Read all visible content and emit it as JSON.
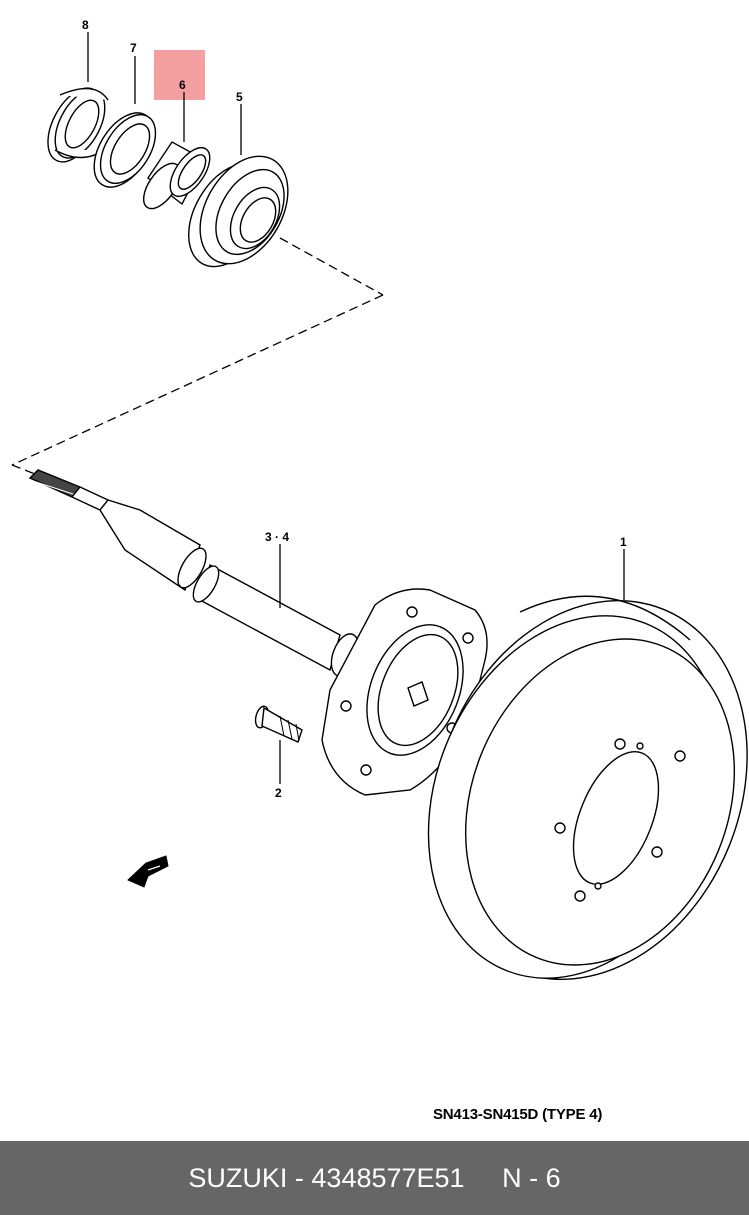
{
  "diagram": {
    "callouts": {
      "part_1": "1",
      "part_2": "2",
      "part_3_4": "3 · 4",
      "part_5": "5",
      "part_6": "6",
      "part_7": "7",
      "part_8": "8"
    },
    "highlighted_part": "6",
    "highlight_color": "#f4a0a0",
    "model_caption": "SN413-SN415D (TYPE 4)"
  },
  "footer": {
    "brand": "SUZUKI",
    "separator": " - ",
    "part_number": "4348577E51",
    "page_ref": "N - 6",
    "background_color": "#666666"
  }
}
